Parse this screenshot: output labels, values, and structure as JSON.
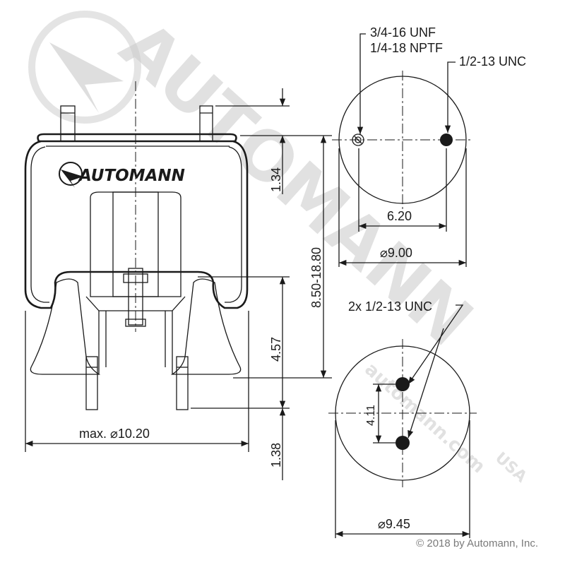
{
  "brand": {
    "logo_text": "AUTOMANN",
    "watermark_text": "AUTOMANN",
    "watermark_small": "automann.com",
    "watermark_usa": "USA"
  },
  "side_view": {
    "height_top": "1.34",
    "height_range": "8.50-18.80",
    "height_bottom_mid": "4.57",
    "height_bottom": "1.38",
    "max_diameter": "max. ⌀10.20"
  },
  "top_view": {
    "port_label_1": "3/4-16 UNF",
    "port_label_2": "1/4-18 NPTF",
    "stud_label": "1/2-13 UNC",
    "spacing": "6.20",
    "diameter": "⌀9.00"
  },
  "bottom_view": {
    "stud_label": "2x 1/2-13 UNC",
    "spacing": "4.11",
    "diameter": "⌀9.45"
  },
  "copyright": "© 2018 by Automann, Inc."
}
